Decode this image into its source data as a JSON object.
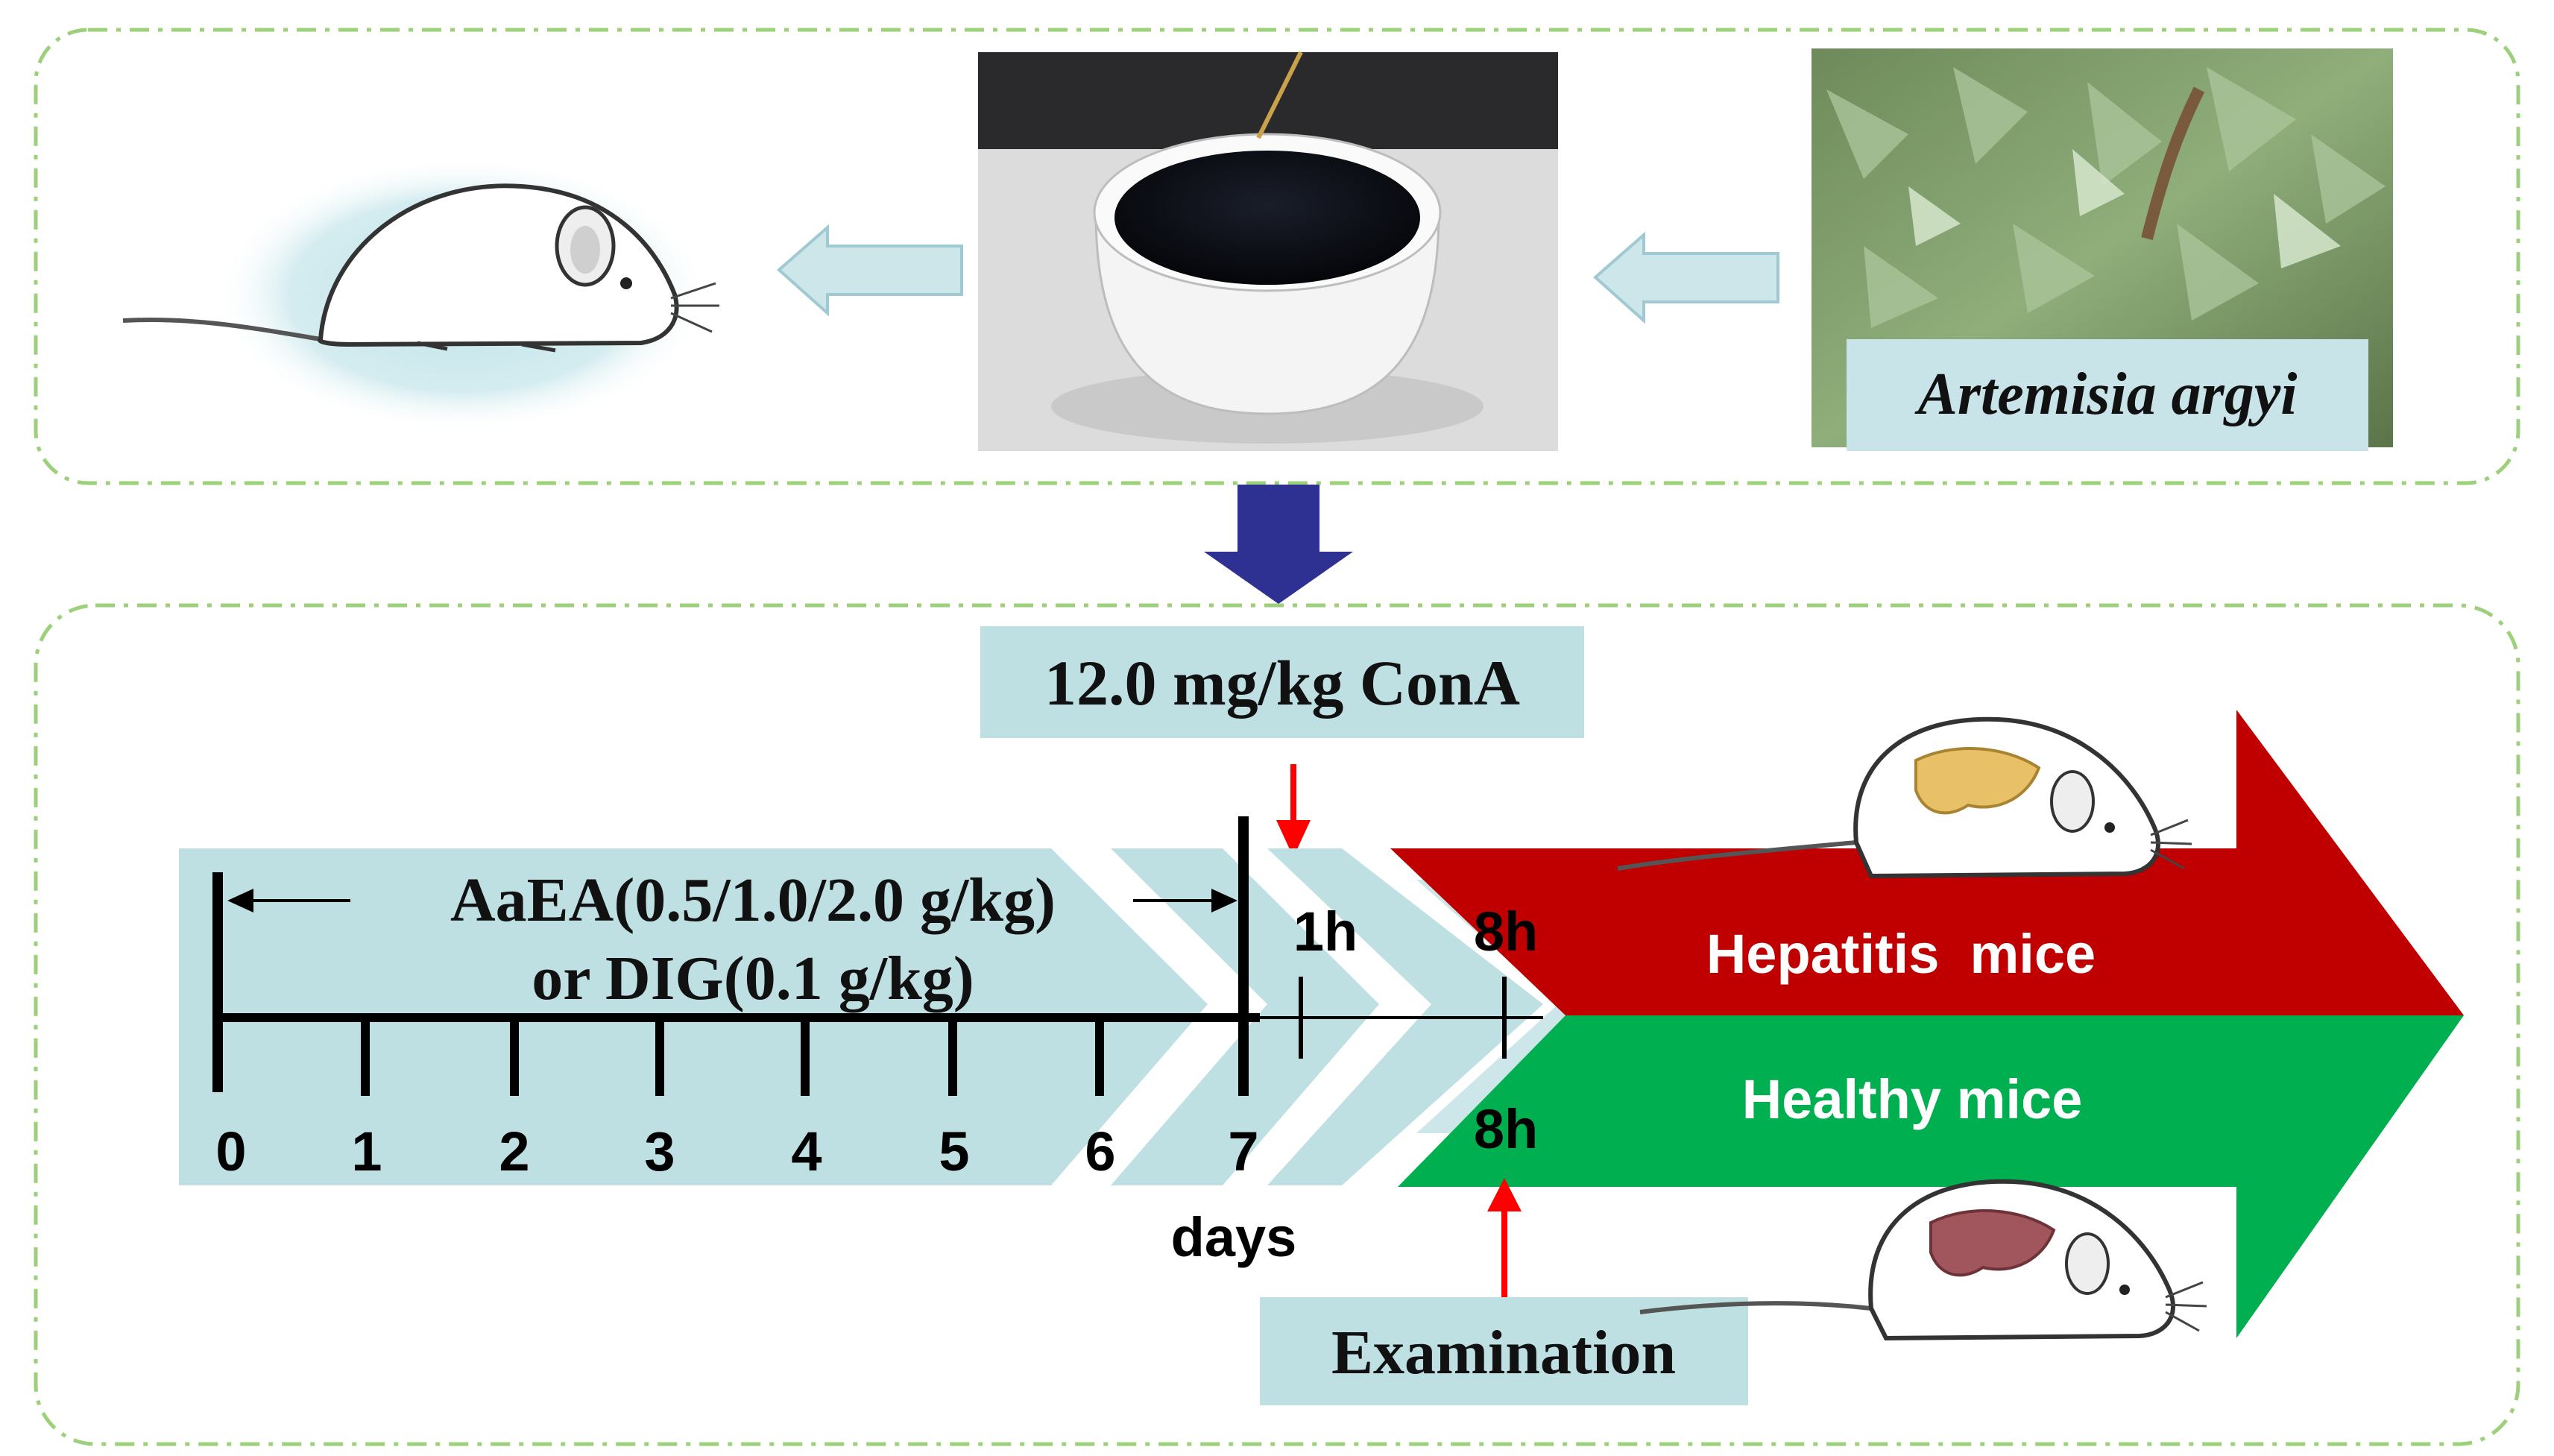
{
  "top_panel": {
    "plant_label": "Artemisia argyi"
  },
  "bottom_panel": {
    "dose_label": "12.0 mg/kg ConA",
    "treatment_line1": "AaEA(0.5/1.0/2.0 g/kg)",
    "treatment_line2": "or DIG(0.1 g/kg)",
    "time_1h": "1h",
    "time_8h_top": "8h",
    "time_8h_bottom": "8h",
    "hepatitis_label": "Hepatitis  mice",
    "healthy_label": "Healthy mice",
    "axis_unit": "days",
    "examination_label": "Examination",
    "ticks": [
      "0",
      "1",
      "2",
      "3",
      "4",
      "5",
      "6",
      "7"
    ]
  },
  "colors": {
    "panel_border": "#9cd07a",
    "light_blue": "#bfe0e3",
    "navy_arrow": "#2e3192",
    "red_band": "#c00000",
    "green_band": "#00b050",
    "red_marker": "#ff0000"
  },
  "icons": [
    "mouse-icon",
    "bowl-photo",
    "plant-photo",
    "liver-icon"
  ]
}
